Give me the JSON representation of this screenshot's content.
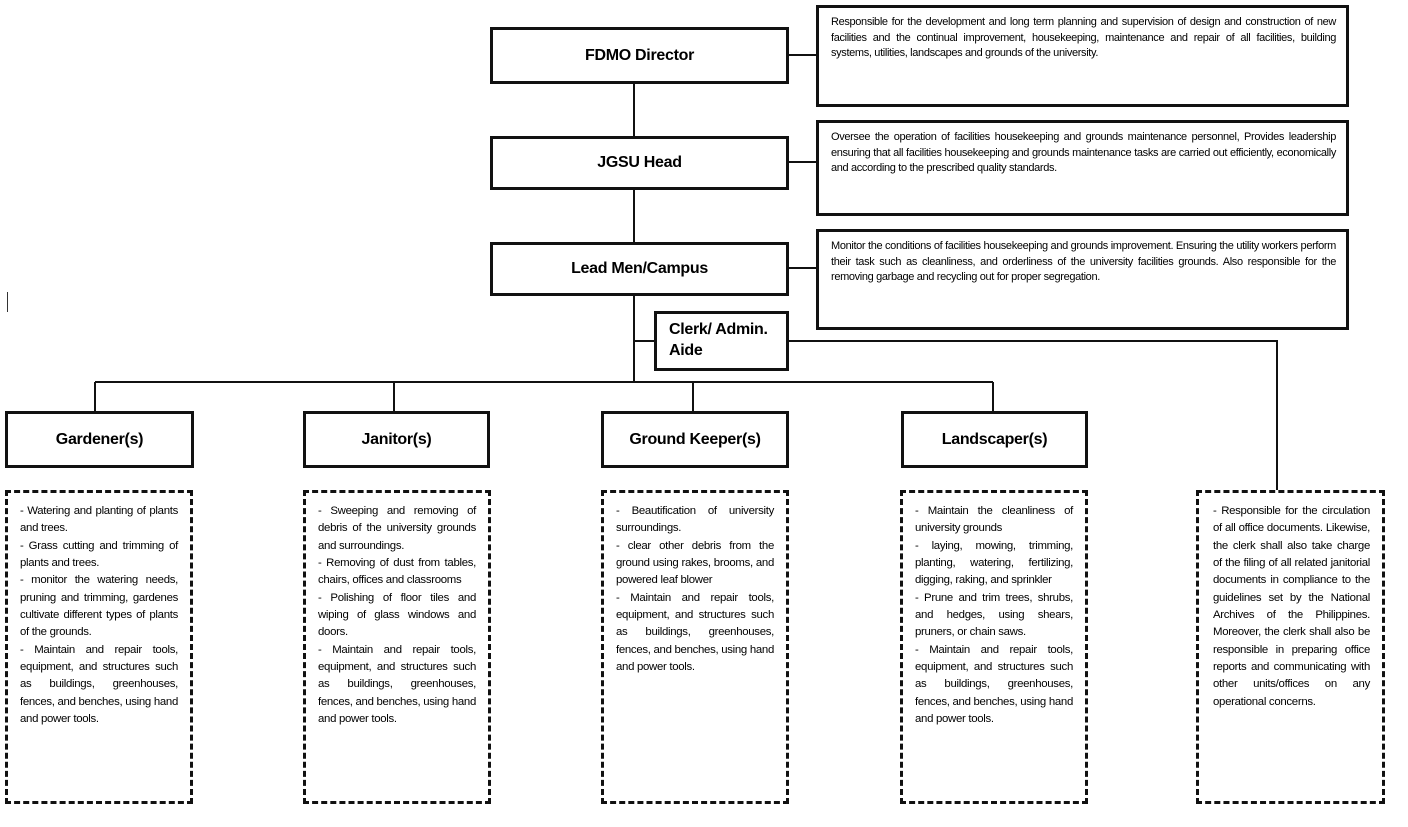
{
  "roles": {
    "director": "FDMO Director",
    "head": "JGSU Head",
    "lead": "Lead Men/Campus",
    "clerk_line1": "Clerk/ Admin.",
    "clerk_line2": "Aide",
    "gardener": "Gardener(s)",
    "janitor": "Janitor(s)",
    "groundkeeper": "Ground Keeper(s)",
    "landscaper": "Landscaper(s)"
  },
  "descriptions": {
    "director": "Responsible for the development and long term planning and supervision of design and construction of new facilities and the continual improvement, housekeeping, maintenance and repair of all facilities, building systems, utilities, landscapes and grounds of the university.",
    "head": "Oversee the operation of facilities housekeeping and grounds maintenance personnel, Provides leadership ensuring that all facilities housekeeping and grounds maintenance tasks are carried out efficiently, economically and according to the prescribed quality standards.",
    "lead": "Monitor the conditions of facilities housekeeping and grounds improvement. Ensuring the utility workers perform their task such as cleanliness, and orderliness of the university facilities grounds. Also responsible for the removing garbage and recycling out for proper segregation."
  },
  "duties": {
    "gardener": [
      "- Watering and planting of plants and trees.",
      "- Grass cutting and trimming of plants and trees.",
      "- monitor the watering needs, pruning and trimming, gardenes cultivate different types of plants of the grounds.",
      "- Maintain and repair tools, equipment, and structures such as buildings, greenhouses, fences, and benches, using hand and power tools."
    ],
    "janitor": [
      "- Sweeping and removing of debris of the university grounds and surroundings.",
      "- Removing of dust from tables, chairs, offices and classrooms",
      "- Polishing of floor tiles and wiping of glass windows and doors.",
      "- Maintain and repair tools, equipment, and structures such as buildings, greenhouses, fences, and benches, using hand and power tools."
    ],
    "groundkeeper": [
      "- Beautification of university surroundings.",
      "- clear other debris from the ground using rakes, brooms, and powered leaf blower",
      "- Maintain and repair tools, equipment, and structures such as buildings, greenhouses, fences, and benches, using hand and power tools."
    ],
    "landscaper": [
      "- Maintain the cleanliness of university grounds",
      "- laying, mowing, trimming, planting, watering, fertilizing, digging, raking, and sprinkler",
      "- Prune and trim trees, shrubs, and hedges, using shears, pruners, or chain saws.",
      "- Maintain and repair tools, equipment, and structures such as buildings, greenhouses, fences, and benches, using hand and power tools."
    ],
    "clerk": [
      "- Responsible for the circulation of all office documents. Likewise, the clerk shall also take charge of the filing of all related janitorial documents in compliance to the guidelines set by the National Archives of the Philippines. Moreover, the clerk shall also be responsible in preparing office reports and communicating with other units/offices on any operational concerns."
    ]
  }
}
